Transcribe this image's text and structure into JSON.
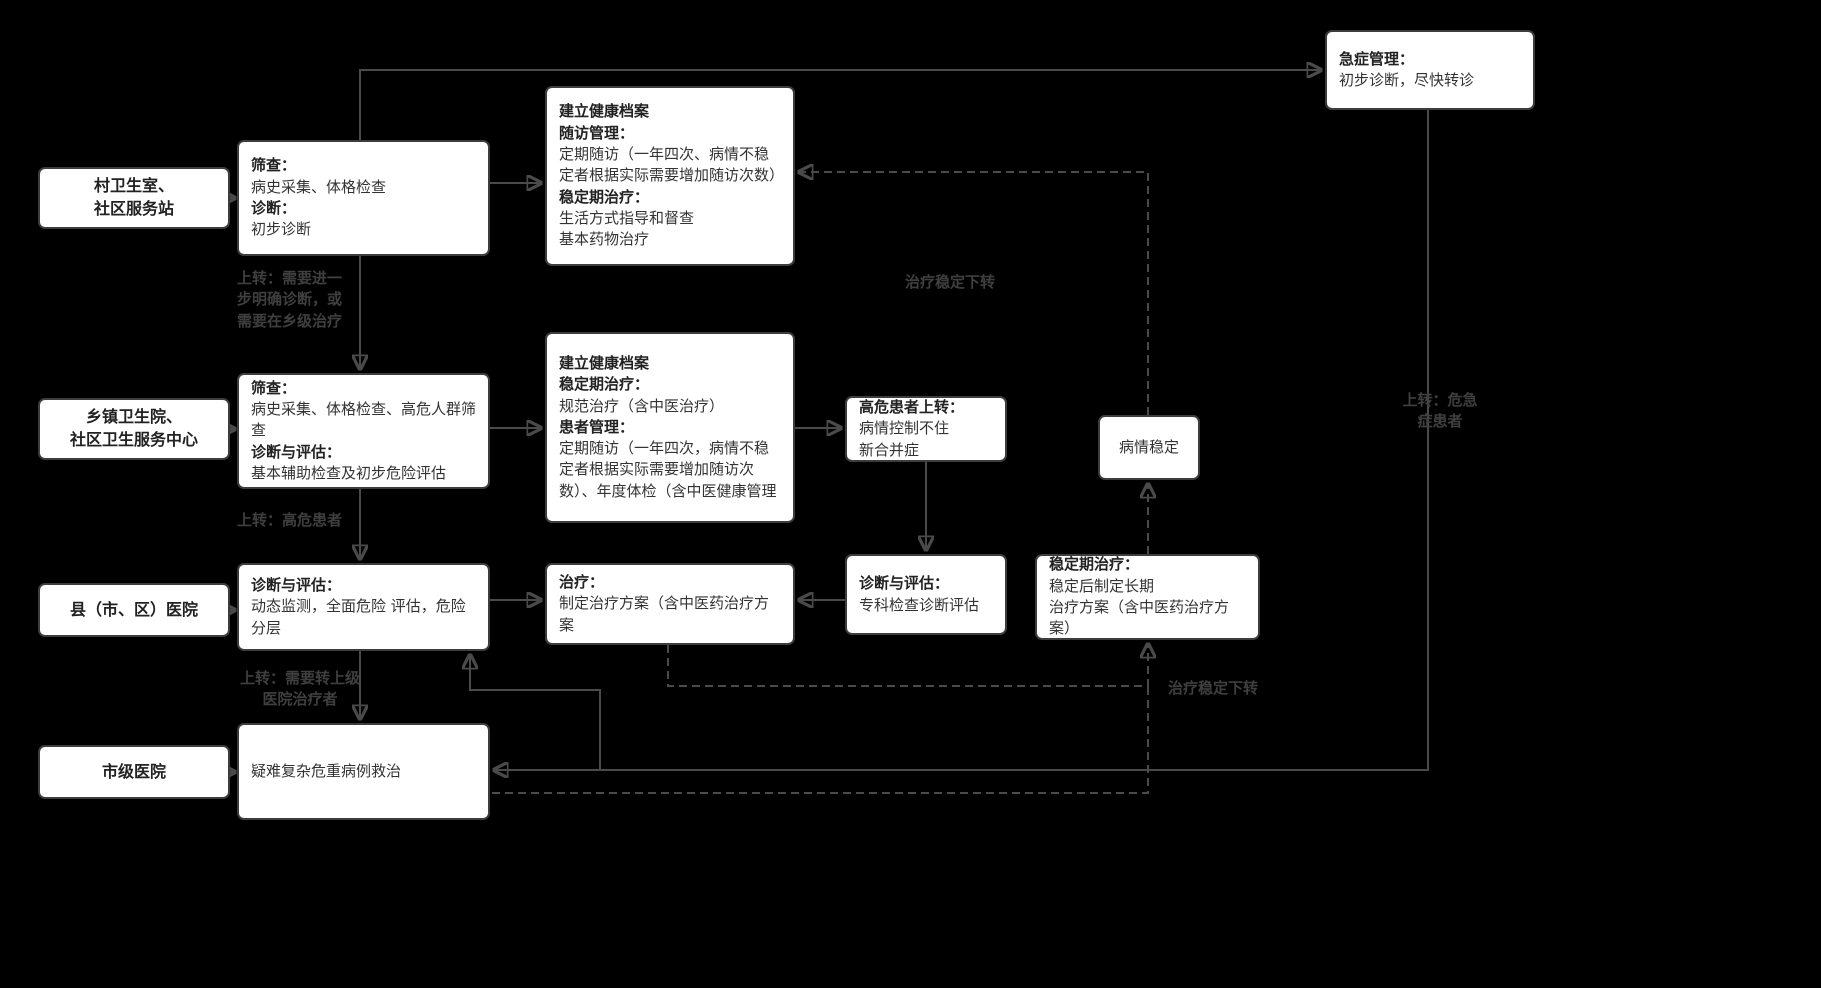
{
  "nodes": {
    "village": {
      "line1": "村卫生室、",
      "line2": "社区服务站"
    },
    "township": {
      "line1": "乡镇卫生院、",
      "line2": "社区卫生服务中心"
    },
    "county": {
      "label": "县（市、区）医院"
    },
    "municipal": {
      "label": "市级医院"
    },
    "screen1": {
      "h1": "筛查：",
      "t1": "病史采集、体格检查",
      "h2": "诊断：",
      "t2": "初步诊断"
    },
    "archive1": {
      "h1": "建立健康档案",
      "h2": "随访管理：",
      "t2": "定期随访（一年四次、病情不稳定者根据实际需要增加随访次数）",
      "h3": "稳定期治疗：",
      "t3": "生活方式指导和督查",
      "t4": "基本药物治疗"
    },
    "emergency": {
      "h1": "急症管理：",
      "t1": "初步诊断，尽快转诊"
    },
    "screen2": {
      "h1": "筛查：",
      "t1": "病史采集、体格检查、高危人群筛查",
      "h2": "诊断与评估：",
      "t2": "基本辅助检查及初步危险评估"
    },
    "archive2": {
      "h1": "建立健康档案",
      "h2": "稳定期治疗：",
      "t2": "规范治疗（含中医治疗）",
      "h3": "患者管理：",
      "t3": "定期随访（一年四次，病情不稳定者根据实际需要增加随访次数）、年度体检（含中医健康管理"
    },
    "highrisk": {
      "h1": "高危患者上转：",
      "t1": "病情控制不住",
      "t2": "新合并症"
    },
    "stable_state": {
      "label": "病情稳定"
    },
    "assess_county": {
      "h1": "诊断与评估：",
      "t1": "动态监测，全面危险 评估，危险分层"
    },
    "treatment": {
      "h1": "治疗：",
      "t1": "制定治疗方案（含中医药治疗方案"
    },
    "assess_specialist": {
      "h1": "诊断与评估：",
      "t1": "专科检查诊断评估"
    },
    "stable_treatment": {
      "h1": "稳定期治疗：",
      "t1": "稳定后制定长期",
      "t2": "治疗方案（含中医药治疗方案）"
    },
    "complex": {
      "label": "疑难复杂危重病例救治"
    }
  },
  "edge_labels": {
    "up_village": "上转：需要进一步明确诊断，或需要在乡级治疗",
    "up_highrisk": "上转：高危患者",
    "up_county": "上转：需要转上级医院治疗者",
    "down_stable_top": "治疗稳定下转",
    "down_stable_bottom": "治疗稳定下转",
    "up_emergency": "上转：危急症患者"
  },
  "colors": {
    "background": "#000000",
    "node_fill": "#ffffff",
    "node_border": "#3d3d3d",
    "node_text": "#333333",
    "edge_line": "#4a4a4a",
    "edge_label": "#3f3f3f"
  }
}
